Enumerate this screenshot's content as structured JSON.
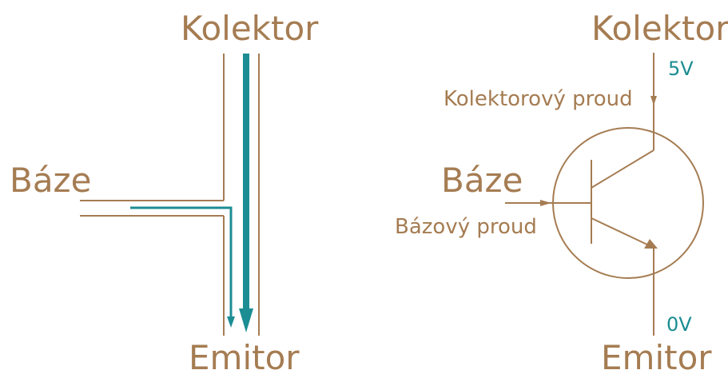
{
  "colors": {
    "brown": "#a57c52",
    "teal": "#1b8d93",
    "background": "#ffffff"
  },
  "left_diagram": {
    "collector_label": "Kolektor",
    "base_label": "Báze",
    "emitter_label": "Emitor"
  },
  "right_diagram": {
    "collector_label": "Kolektor",
    "base_label": "Báze",
    "emitter_label": "Emitor",
    "collector_current_label": "Kolektorový proud",
    "base_current_label": "Bázový proud",
    "collector_voltage": "5V",
    "emitter_voltage": "0V"
  }
}
